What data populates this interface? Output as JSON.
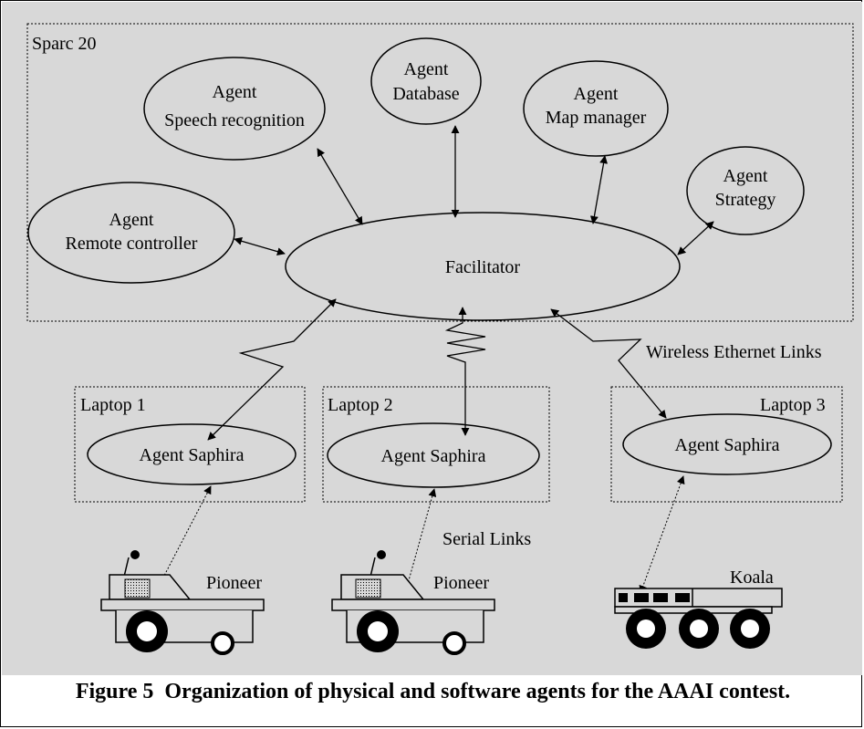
{
  "boxes": {
    "sparc": "Sparc 20",
    "laptop1": "Laptop 1",
    "laptop2": "Laptop 2",
    "laptop3": "Laptop 3"
  },
  "agents": {
    "speech": {
      "line1": "Agent",
      "line2": "Speech recognition"
    },
    "database": {
      "line1": "Agent",
      "line2": "Database"
    },
    "map": {
      "line1": "Agent",
      "line2": "Map manager"
    },
    "strategy": {
      "line1": "Agent",
      "line2": "Strategy"
    },
    "remote": {
      "line1": "Agent",
      "line2": "Remote controller"
    },
    "facilitator": "Facilitator",
    "saphira": "Agent Saphira"
  },
  "links": {
    "wireless": "Wireless Ethernet Links",
    "serial": "Serial Links"
  },
  "robots": {
    "pioneer": "Pioneer",
    "koala": "Koala"
  },
  "caption": "Figure 5  Organization of physical and software agents for the AAAI contest."
}
